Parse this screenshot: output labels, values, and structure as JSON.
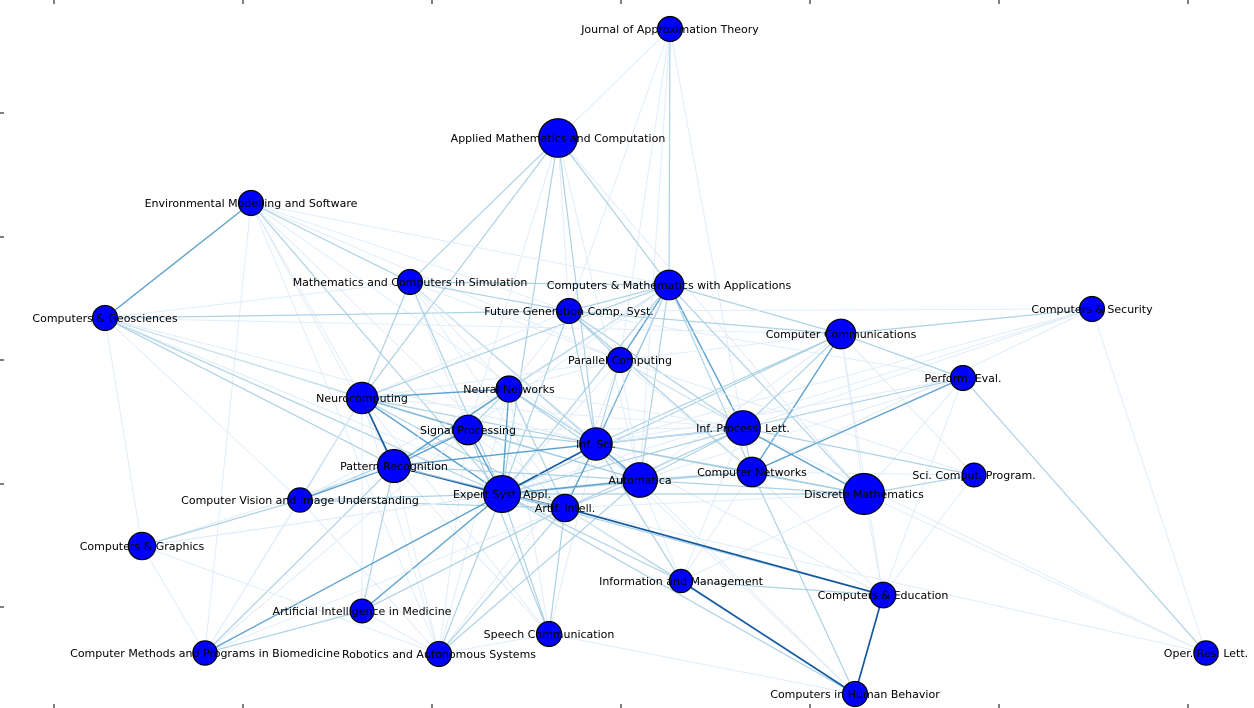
{
  "colors": {
    "node_fill": "#0000ff",
    "node_stroke": "#000000",
    "edge_dark": "#08519c",
    "edge_mid": "#4292c6",
    "edge_light": "#9ecae1",
    "edge_faint": "#deebf7",
    "axis": "#000000"
  },
  "nodes": [
    {
      "id": "jat",
      "label": "Journal of Approximation Theory",
      "size": 1
    },
    {
      "id": "amc",
      "label": "Applied Mathematics and Computation",
      "size": 5
    },
    {
      "id": "ems",
      "label": "Environmental Modelling and Software",
      "size": 1
    },
    {
      "id": "mcs",
      "label": "Mathematics and Computers in Simulation",
      "size": 1
    },
    {
      "id": "cma",
      "label": "Computers & Mathematics with Applications",
      "size": 2
    },
    {
      "id": "fgcs",
      "label": "Future Generation Comp. Syst.",
      "size": 1
    },
    {
      "id": "cgeo",
      "label": "Computers & Geosciences",
      "size": 1
    },
    {
      "id": "csec",
      "label": "Computers & Security",
      "size": 1
    },
    {
      "id": "ccom",
      "label": "Computer Communications",
      "size": 2
    },
    {
      "id": "pc",
      "label": "Parallel Computing",
      "size": 1
    },
    {
      "id": "peval",
      "label": "Perform. Eval.",
      "size": 1
    },
    {
      "id": "neuro",
      "label": "Neurocomputing",
      "size": 2.5
    },
    {
      "id": "nn",
      "label": "Neural Networks",
      "size": 1.2
    },
    {
      "id": "ipl",
      "label": "Inf. Process. Lett.",
      "size": 3.5
    },
    {
      "id": "sp",
      "label": "Signal Processing",
      "size": 2
    },
    {
      "id": "insci",
      "label": "Inf. Sci.",
      "size": 2.8
    },
    {
      "id": "pr",
      "label": "Pattern Recognition",
      "size": 3
    },
    {
      "id": "cn",
      "label": "Computer Networks",
      "size": 2
    },
    {
      "id": "scp",
      "label": "Sci. Comput. Program.",
      "size": 0.8
    },
    {
      "id": "auto",
      "label": "Automatica",
      "size": 3.5
    },
    {
      "id": "cviu",
      "label": "Computer Vision and Image Understanding",
      "size": 0.9
    },
    {
      "id": "esa",
      "label": "Expert Syst. Appl.",
      "size": 4.3
    },
    {
      "id": "dm",
      "label": "Discrete Mathematics",
      "size": 6
    },
    {
      "id": "ai",
      "label": "Artif. Intell.",
      "size": 1.5
    },
    {
      "id": "cg",
      "label": "Computers & Graphics",
      "size": 1.5
    },
    {
      "id": "im",
      "label": "Information and Management",
      "size": 0.7
    },
    {
      "id": "aim",
      "label": "Artificial Intelligence in Medicine",
      "size": 0.8
    },
    {
      "id": "ced",
      "label": "Computers & Education",
      "size": 1.1
    },
    {
      "id": "speech",
      "label": "Speech Communication",
      "size": 1
    },
    {
      "id": "cmpb",
      "label": "Computer Methods and Programs in Biomedicine",
      "size": 0.9
    },
    {
      "id": "ras",
      "label": "Robotics and Autonomous Systems",
      "size": 1
    },
    {
      "id": "orl",
      "label": "Oper. Res. Lett.",
      "size": 0.9
    },
    {
      "id": "chb",
      "label": "Computers in Human Behavior",
      "size": 1
    }
  ],
  "edges": [
    [
      "jat",
      "amc",
      1
    ],
    [
      "jat",
      "cma",
      2
    ],
    [
      "jat",
      "fgcs",
      1
    ],
    [
      "jat",
      "ipl",
      1
    ],
    [
      "jat",
      "auto",
      1
    ],
    [
      "jat",
      "pc",
      1
    ],
    [
      "amc",
      "cma",
      2
    ],
    [
      "amc",
      "mcs",
      2
    ],
    [
      "amc",
      "esa",
      2
    ],
    [
      "amc",
      "neuro",
      2
    ],
    [
      "amc",
      "insci",
      2
    ],
    [
      "amc",
      "fgcs",
      1
    ],
    [
      "amc",
      "dm",
      1
    ],
    [
      "amc",
      "auto",
      1
    ],
    [
      "amc",
      "sp",
      1
    ],
    [
      "ems",
      "cgeo",
      3
    ],
    [
      "ems",
      "esa",
      2
    ],
    [
      "ems",
      "mcs",
      2
    ],
    [
      "ems",
      "neuro",
      1
    ],
    [
      "ems",
      "pr",
      1
    ],
    [
      "ems",
      "fgcs",
      1
    ],
    [
      "ems",
      "ai",
      1
    ],
    [
      "ems",
      "insci",
      1
    ],
    [
      "ems",
      "ras",
      1
    ],
    [
      "ems",
      "cma",
      1
    ],
    [
      "ems",
      "pc",
      1
    ],
    [
      "ems",
      "cmpb",
      1
    ],
    [
      "cgeo",
      "mcs",
      1
    ],
    [
      "cgeo",
      "neuro",
      2
    ],
    [
      "cgeo",
      "pr",
      2
    ],
    [
      "cgeo",
      "esa",
      2
    ],
    [
      "cgeo",
      "fgcs",
      2
    ],
    [
      "cgeo",
      "cg",
      1
    ],
    [
      "cgeo",
      "cviu",
      1
    ],
    [
      "cgeo",
      "insci",
      1
    ],
    [
      "cgeo",
      "ai",
      1
    ],
    [
      "cgeo",
      "ccom",
      1
    ],
    [
      "cgeo",
      "sp",
      1
    ],
    [
      "mcs",
      "cma",
      2
    ],
    [
      "mcs",
      "fgcs",
      2
    ],
    [
      "mcs",
      "neuro",
      2
    ],
    [
      "mcs",
      "insci",
      2
    ],
    [
      "mcs",
      "esa",
      2
    ],
    [
      "mcs",
      "pc",
      1
    ],
    [
      "mcs",
      "auto",
      1
    ],
    [
      "mcs",
      "nn",
      1
    ],
    [
      "mcs",
      "sp",
      1
    ],
    [
      "mcs",
      "ai",
      1
    ],
    [
      "cma",
      "ipl",
      3
    ],
    [
      "cma",
      "fgcs",
      2
    ],
    [
      "cma",
      "pc",
      3
    ],
    [
      "cma",
      "insci",
      3
    ],
    [
      "cma",
      "nn",
      2
    ],
    [
      "cma",
      "neuro",
      2
    ],
    [
      "cma",
      "esa",
      2
    ],
    [
      "cma",
      "auto",
      2
    ],
    [
      "cma",
      "ccom",
      2
    ],
    [
      "cma",
      "cn",
      2
    ],
    [
      "cma",
      "dm",
      2
    ],
    [
      "cma",
      "sp",
      1
    ],
    [
      "cma",
      "ai",
      1
    ],
    [
      "cma",
      "pr",
      1
    ],
    [
      "fgcs",
      "pc",
      2
    ],
    [
      "fgcs",
      "ccom",
      2
    ],
    [
      "fgcs",
      "cn",
      2
    ],
    [
      "fgcs",
      "insci",
      2
    ],
    [
      "fgcs",
      "ipl",
      2
    ],
    [
      "fgcs",
      "esa",
      2
    ],
    [
      "fgcs",
      "nn",
      1
    ],
    [
      "fgcs",
      "neuro",
      1
    ],
    [
      "fgcs",
      "csec",
      1
    ],
    [
      "fgcs",
      "peval",
      1
    ],
    [
      "csec",
      "ccom",
      2
    ],
    [
      "csec",
      "cn",
      1
    ],
    [
      "csec",
      "insci",
      1
    ],
    [
      "csec",
      "ipl",
      1
    ],
    [
      "csec",
      "orl",
      1
    ],
    [
      "csec",
      "esa",
      1
    ],
    [
      "ccom",
      "cn",
      3
    ],
    [
      "ccom",
      "peval",
      2
    ],
    [
      "ccom",
      "ipl",
      2
    ],
    [
      "ccom",
      "insci",
      2
    ],
    [
      "ccom",
      "esa",
      2
    ],
    [
      "ccom",
      "pc",
      1
    ],
    [
      "ccom",
      "dm",
      1
    ],
    [
      "ccom",
      "scp",
      1
    ],
    [
      "ccom",
      "auto",
      1
    ],
    [
      "ccom",
      "ced",
      1
    ],
    [
      "pc",
      "ipl",
      2
    ],
    [
      "pc",
      "insci",
      2
    ],
    [
      "pc",
      "nn",
      1
    ],
    [
      "pc",
      "esa",
      1
    ],
    [
      "pc",
      "auto",
      1
    ],
    [
      "pc",
      "cn",
      1
    ],
    [
      "pc",
      "dm",
      1
    ],
    [
      "pc",
      "scp",
      1
    ],
    [
      "pc",
      "ai",
      1
    ],
    [
      "pc",
      "neuro",
      1
    ],
    [
      "peval",
      "cn",
      3
    ],
    [
      "peval",
      "ipl",
      2
    ],
    [
      "peval",
      "orl",
      2
    ],
    [
      "peval",
      "dm",
      1
    ],
    [
      "peval",
      "insci",
      1
    ],
    [
      "peval",
      "auto",
      1
    ],
    [
      "peval",
      "ced",
      1
    ],
    [
      "neuro",
      "nn",
      3
    ],
    [
      "neuro",
      "sp",
      3
    ],
    [
      "neuro",
      "pr",
      4
    ],
    [
      "neuro",
      "esa",
      3
    ],
    [
      "neuro",
      "insci",
      2
    ],
    [
      "neuro",
      "auto",
      2
    ],
    [
      "neuro",
      "cviu",
      2
    ],
    [
      "neuro",
      "ai",
      2
    ],
    [
      "neuro",
      "aim",
      1
    ],
    [
      "neuro",
      "speech",
      1
    ],
    [
      "neuro",
      "cmpb",
      1
    ],
    [
      "neuro",
      "ras",
      1
    ],
    [
      "neuro",
      "ipl",
      1
    ],
    [
      "nn",
      "sp",
      2
    ],
    [
      "nn",
      "pr",
      3
    ],
    [
      "nn",
      "esa",
      3
    ],
    [
      "nn",
      "insci",
      2
    ],
    [
      "nn",
      "auto",
      2
    ],
    [
      "nn",
      "ai",
      2
    ],
    [
      "nn",
      "ipl",
      1
    ],
    [
      "nn",
      "speech",
      1
    ],
    [
      "nn",
      "ras",
      1
    ],
    [
      "nn",
      "cviu",
      1
    ],
    [
      "ipl",
      "insci",
      3
    ],
    [
      "ipl",
      "dm",
      3
    ],
    [
      "ipl",
      "auto",
      2
    ],
    [
      "ipl",
      "cn",
      2
    ],
    [
      "ipl",
      "scp",
      2
    ],
    [
      "ipl",
      "esa",
      2
    ],
    [
      "ipl",
      "ai",
      2
    ],
    [
      "ipl",
      "sp",
      1
    ],
    [
      "ipl",
      "pr",
      1
    ],
    [
      "ipl",
      "im",
      1
    ],
    [
      "ipl",
      "orl",
      1
    ],
    [
      "sp",
      "pr",
      3
    ],
    [
      "sp",
      "esa",
      3
    ],
    [
      "sp",
      "insci",
      2
    ],
    [
      "sp",
      "auto",
      2
    ],
    [
      "sp",
      "speech",
      2
    ],
    [
      "sp",
      "cviu",
      2
    ],
    [
      "sp",
      "ai",
      1
    ],
    [
      "sp",
      "ras",
      1
    ],
    [
      "sp",
      "cmpb",
      1
    ],
    [
      "insci",
      "esa",
      4
    ],
    [
      "insci",
      "auto",
      3
    ],
    [
      "insci",
      "pr",
      3
    ],
    [
      "insci",
      "ai",
      3
    ],
    [
      "insci",
      "dm",
      2
    ],
    [
      "insci",
      "im",
      2
    ],
    [
      "insci",
      "cn",
      2
    ],
    [
      "insci",
      "ced",
      1
    ],
    [
      "insci",
      "chb",
      1
    ],
    [
      "insci",
      "speech",
      1
    ],
    [
      "insci",
      "ras",
      1
    ],
    [
      "pr",
      "esa",
      4
    ],
    [
      "pr",
      "cviu",
      3
    ],
    [
      "pr",
      "ai",
      2
    ],
    [
      "pr",
      "auto",
      2
    ],
    [
      "pr",
      "aim",
      2
    ],
    [
      "pr",
      "cmpb",
      2
    ],
    [
      "pr",
      "speech",
      1
    ],
    [
      "pr",
      "ras",
      1
    ],
    [
      "pr",
      "cg",
      1
    ],
    [
      "cn",
      "dm",
      2
    ],
    [
      "cn",
      "auto",
      2
    ],
    [
      "cn",
      "chb",
      2
    ],
    [
      "cn",
      "esa",
      2
    ],
    [
      "cn",
      "ced",
      1
    ],
    [
      "cn",
      "scp",
      1
    ],
    [
      "cn",
      "im",
      1
    ],
    [
      "auto",
      "esa",
      3
    ],
    [
      "auto",
      "ai",
      2
    ],
    [
      "auto",
      "dm",
      2
    ],
    [
      "auto",
      "ras",
      2
    ],
    [
      "auto",
      "im",
      1
    ],
    [
      "auto",
      "chb",
      1
    ],
    [
      "cviu",
      "esa",
      2
    ],
    [
      "cviu",
      "cg",
      2
    ],
    [
      "cviu",
      "ai",
      2
    ],
    [
      "cviu",
      "cmpb",
      1
    ],
    [
      "cviu",
      "ras",
      1
    ],
    [
      "esa",
      "ai",
      4
    ],
    [
      "esa",
      "dm",
      2
    ],
    [
      "esa",
      "im",
      2
    ],
    [
      "esa",
      "aim",
      3
    ],
    [
      "esa",
      "cmpb",
      3
    ],
    [
      "esa",
      "ras",
      2
    ],
    [
      "esa",
      "speech",
      2
    ],
    [
      "esa",
      "ced",
      2
    ],
    [
      "esa",
      "chb",
      2
    ],
    [
      "esa",
      "cg",
      1
    ],
    [
      "esa",
      "orl",
      1
    ],
    [
      "dm",
      "scp",
      2
    ],
    [
      "dm",
      "orl",
      1
    ],
    [
      "dm",
      "ced",
      1
    ],
    [
      "dm",
      "ai",
      1
    ],
    [
      "dm",
      "im",
      1
    ],
    [
      "ai",
      "im",
      2
    ],
    [
      "ai",
      "ced",
      4
    ],
    [
      "ai",
      "aim",
      2
    ],
    [
      "ai",
      "ras",
      2
    ],
    [
      "ai",
      "speech",
      2
    ],
    [
      "ai",
      "cmpb",
      1
    ],
    [
      "ai",
      "chb",
      1
    ],
    [
      "cg",
      "cmpb",
      1
    ],
    [
      "cg",
      "ras",
      1
    ],
    [
      "cg",
      "esa",
      1
    ],
    [
      "im",
      "chb",
      4
    ],
    [
      "im",
      "ced",
      2
    ],
    [
      "ced",
      "chb",
      4
    ],
    [
      "ced",
      "scp",
      1
    ],
    [
      "aim",
      "cmpb",
      2
    ],
    [
      "aim",
      "ras",
      1
    ],
    [
      "speech",
      "ras",
      1
    ],
    [
      "speech",
      "chb",
      1
    ]
  ]
}
